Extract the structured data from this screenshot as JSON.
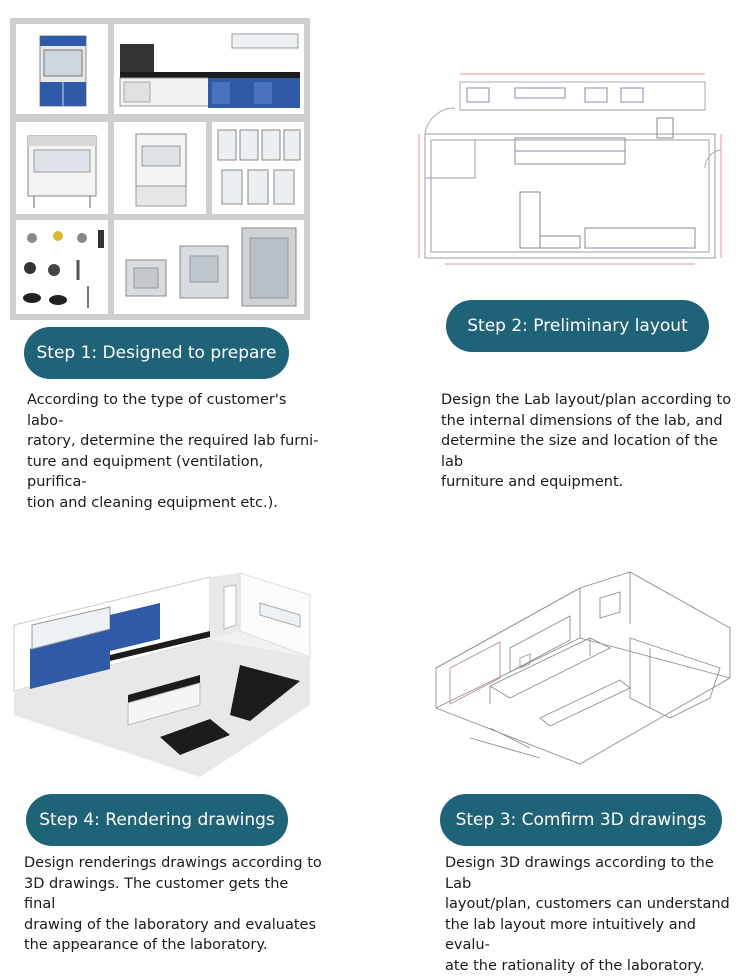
{
  "steps": [
    {
      "id": "step1",
      "title": "Step 1: Designed to prepare",
      "lines": [
        "According to the type of customer's labo-",
        "ratory, determine the required lab furni-",
        "ture and equipment (ventilation, purifica-",
        "tion and cleaning equipment etc.)."
      ]
    },
    {
      "id": "step2",
      "title": "Step 2: Preliminary layout",
      "lines": [
        "Design the Lab layout/plan according to",
        "the internal dimensions of the lab, and",
        "determine the size and location of the lab",
        "furniture and equipment."
      ]
    },
    {
      "id": "step4",
      "title": "Step 4: Rendering drawings",
      "lines": [
        "Design renderings drawings according to",
        "3D drawings. The customer gets the final",
        "drawing of the laboratory and evaluates",
        "the appearance of the laboratory."
      ]
    },
    {
      "id": "step3",
      "title": "Step 3: Comfirm 3D drawings",
      "lines": [
        "Design 3D drawings according to the Lab",
        "layout/plan, customers can understand",
        "the lab layout more intuitively and evalu-",
        "ate the rationality of the laboratory."
      ]
    }
  ],
  "colors": {
    "pill": "#1e6378",
    "pill_text": "#ffffff",
    "body_text": "#1a1a1a",
    "furniture_blue": "#2f5aa8",
    "bench_black": "#1c1c1c"
  }
}
